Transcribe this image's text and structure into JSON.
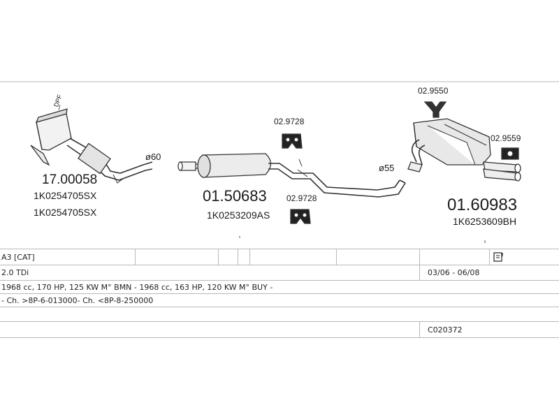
{
  "parts": {
    "cat": {
      "code": "17.00058",
      "ref1": "1K0254705SX",
      "ref2": "1K0254705SX",
      "dpf": "DPF"
    },
    "pipe_dia_front": "ø60",
    "middle": {
      "code": "01.50683",
      "ref": "1K0253209AS"
    },
    "hanger_top": "02.9728",
    "hanger_bottom": "02.9728",
    "pipe_dia_rear": "ø55",
    "clamp_top": "02.9550",
    "clamp_side": "02.9559",
    "rear": {
      "code": "01.60983",
      "ref": "1K6253609BH"
    }
  },
  "table": {
    "model": "A3  [CAT]",
    "engine": "2.0 TDi",
    "years": "03/06 - 06/08",
    "specs": "1968 cc, 170 HP, 125 KW M° BMN -  1968 cc, 163 HP, 120 KW M° BUY -",
    "chassis": "- Ch. >8P-6-013000- Ch. <8P-8-250000",
    "code": "C020372"
  },
  "icons": {
    "note": "note-icon"
  }
}
